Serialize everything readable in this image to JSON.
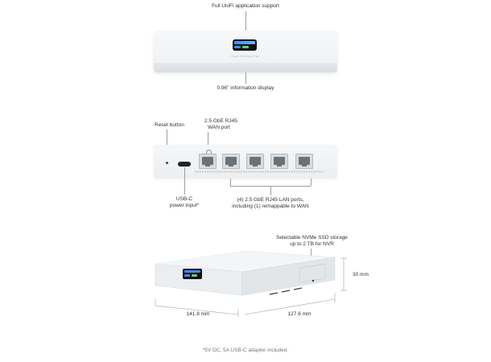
{
  "labels": {
    "unifi_support": "Full UniFi application support",
    "info_display": "0.96\" information display",
    "reset_button": "Reset button",
    "wan_port_line1": "2.5 GbE RJ45",
    "wan_port_line2": "WAN port",
    "usbc_line1": "USB-C",
    "usbc_line2": "power input*",
    "lan_ports_line1": "(4) 2.5 GbE RJ45 LAN ports,",
    "lan_ports_line2": "including (1) remappable to WAN",
    "nvme_line1": "Selectable NVMe SSD storage",
    "nvme_line2": "up to 2 TB for NVR",
    "height_dim": "30 mm",
    "width_dim": "141.8 mm",
    "depth_dim": "127.6 mm",
    "footnote": "*5V DC, 5A USB-C adapter included."
  },
  "device": {
    "brand_text": "Cloud Gateway Max"
  },
  "colors": {
    "body": "#f2f4f6",
    "screen": "#111111",
    "accent_blue": "#3b8df1",
    "accent_green": "#5fd07a"
  }
}
